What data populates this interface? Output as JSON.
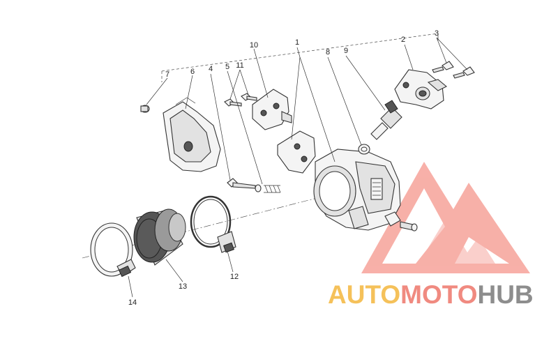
{
  "diagram": {
    "callouts": {
      "c1": "1",
      "c2": "2",
      "c3": "3",
      "c4": "4",
      "c5": "5",
      "c6": "6",
      "c7": "7",
      "c8": "8",
      "c9": "9",
      "c10": "10",
      "c11": "11",
      "c12": "12",
      "c13": "13",
      "c14": "14"
    }
  },
  "watermark": {
    "part1": "AUTO",
    "part2": "MOTO",
    "part3": "HUB",
    "colors": {
      "auto": "#f5c15a",
      "moto": "#f08a80",
      "hub": "#8d8d8d",
      "logo": "#f5968c"
    }
  }
}
